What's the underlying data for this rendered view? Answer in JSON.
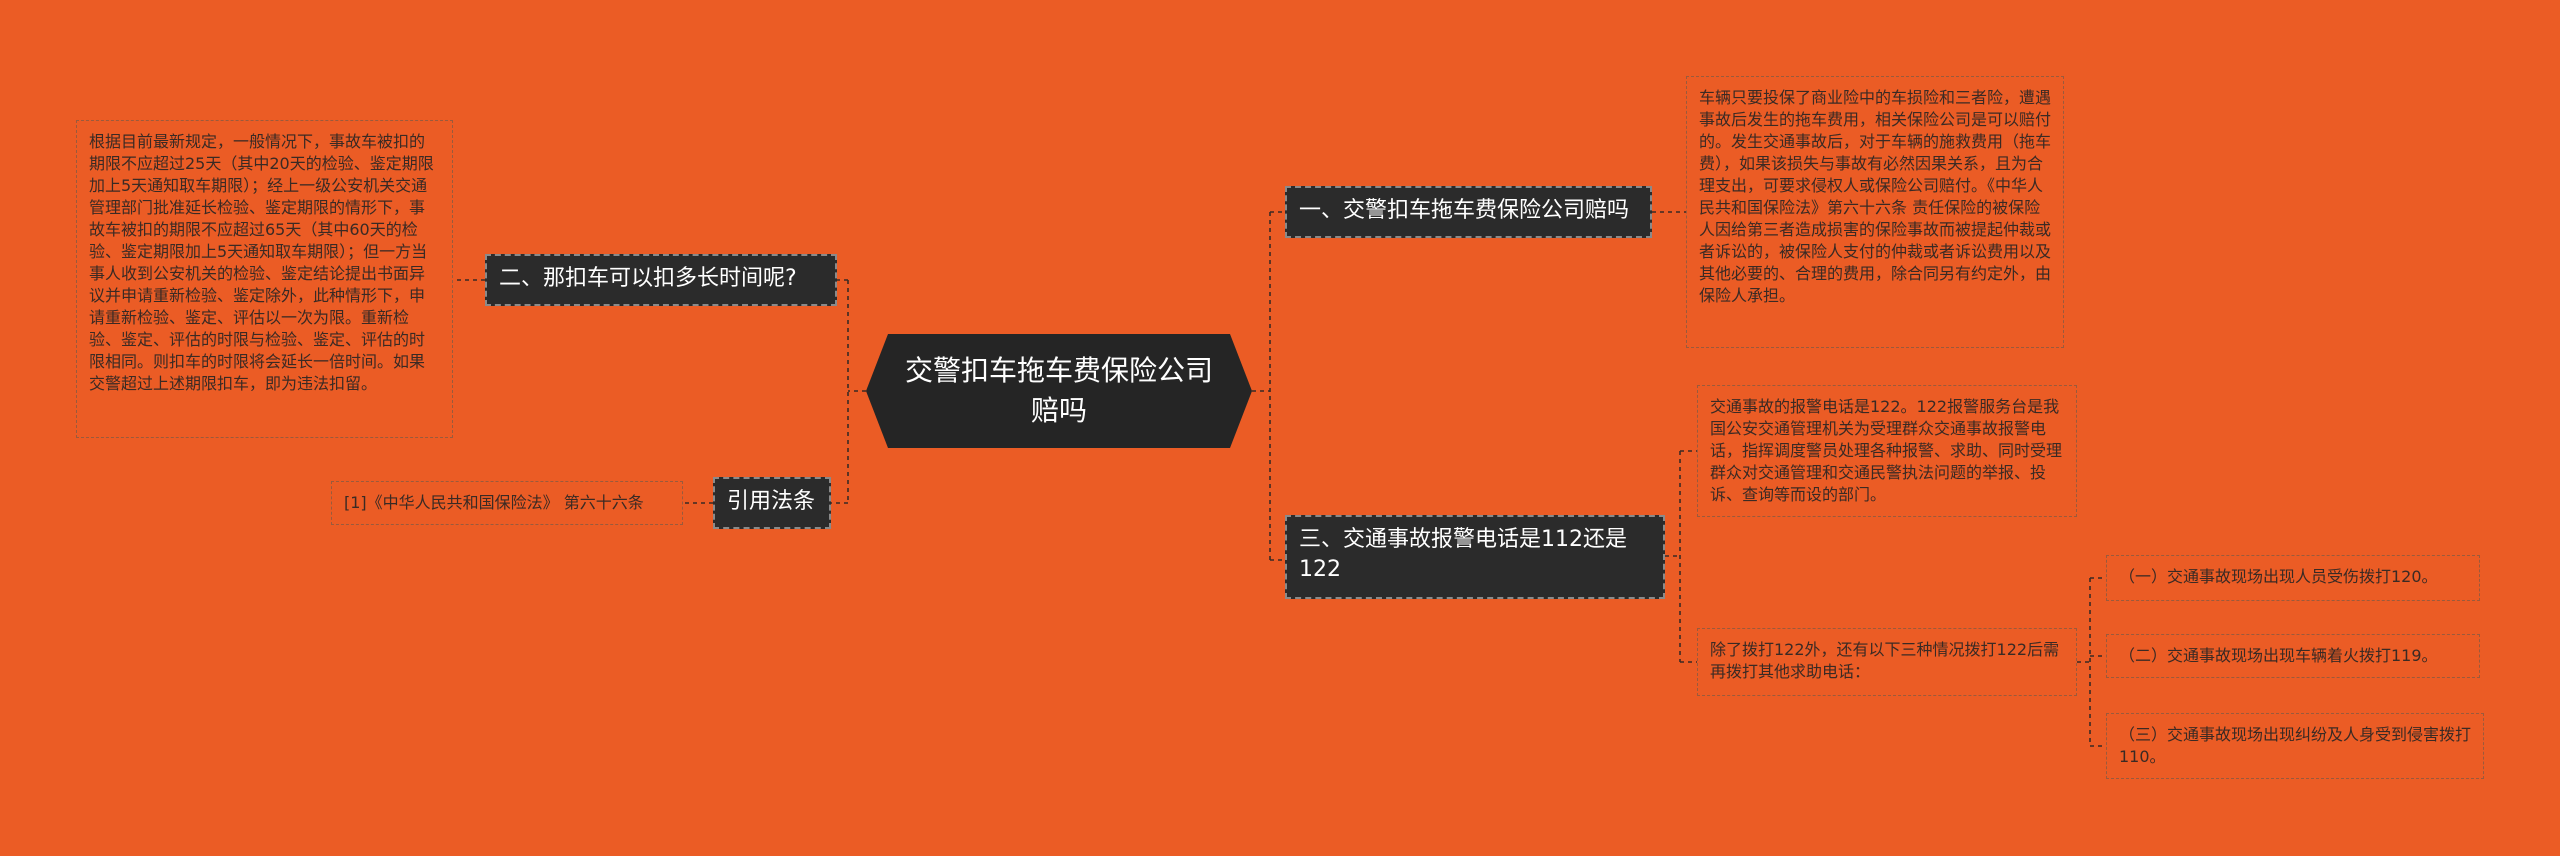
{
  "root": {
    "title": "交警扣车拖车费保险公司赔吗"
  },
  "branches": {
    "b1": {
      "label": "一、交警扣车拖车费保险公司赔吗"
    },
    "b2": {
      "label": "二、那扣车可以扣多长时间呢?"
    },
    "b3": {
      "label": "三、交通事故报警电话是112还是122"
    },
    "b4": {
      "label": "引用法条"
    }
  },
  "leaves": {
    "l1": {
      "text": "车辆只要投保了商业险中的车损险和三者险，遭遇事故后发生的拖车费用，相关保险公司是可以赔付的。发生交通事故后，对于车辆的施救费用（拖车费），如果该损失与事故有必然因果关系，且为合理支出，可要求侵权人或保险公司赔付。《中华人民共和国保险法》第六十六条 责任保险的被保险人因给第三者造成损害的保险事故而被提起仲裁或者诉讼的，被保险人支付的仲裁或者诉讼费用以及其他必要的、合理的费用，除合同另有约定外，由保险人承担。"
    },
    "l2": {
      "text": "根据目前最新规定，一般情况下，事故车被扣的期限不应超过25天（其中20天的检验、鉴定期限加上5天通知取车期限）；经上一级公安机关交通管理部门批准延长检验、鉴定期限的情形下，事故车被扣的期限不应超过65天（其中60天的检验、鉴定期限加上5天通知取车期限）；但一方当事人收到公安机关的检验、鉴定结论提出书面异议并申请重新检验、鉴定除外，此种情形下，申请重新检验、鉴定、评估以一次为限。重新检验、鉴定、评估的时限与检验、鉴定、评估的时限相同。则扣车的时限将会延长一倍时间。如果交警超过上述期限扣车，即为违法扣留。"
    },
    "l3": {
      "text": "交通事故的报警电话是122。122报警服务台是我国公安交通管理机关为受理群众交通事故报警电话，指挥调度警员处理各种报警、求助、同时受理群众对交通管理和交通民警执法问题的举报、投诉、查询等而设的部门。"
    },
    "l4": {
      "text": "除了拨打122外，还有以下三种情况拨打122后需再拨打其他求助电话："
    },
    "l5": {
      "text": "（一）交通事故现场出现人员受伤拨打120。"
    },
    "l6": {
      "text": "（二）交通事故现场出现车辆着火拨打119。"
    },
    "l7": {
      "text": "（三）交通事故现场出现纠纷及人身受到侵害拨打110。"
    },
    "l8": {
      "text": "[1]《中华人民共和国保险法》 第六十六条"
    }
  },
  "colors": {
    "background": "#EB5C25",
    "root": "#252525",
    "branch": "#2b2b2b",
    "line": "#3a2a24"
  }
}
